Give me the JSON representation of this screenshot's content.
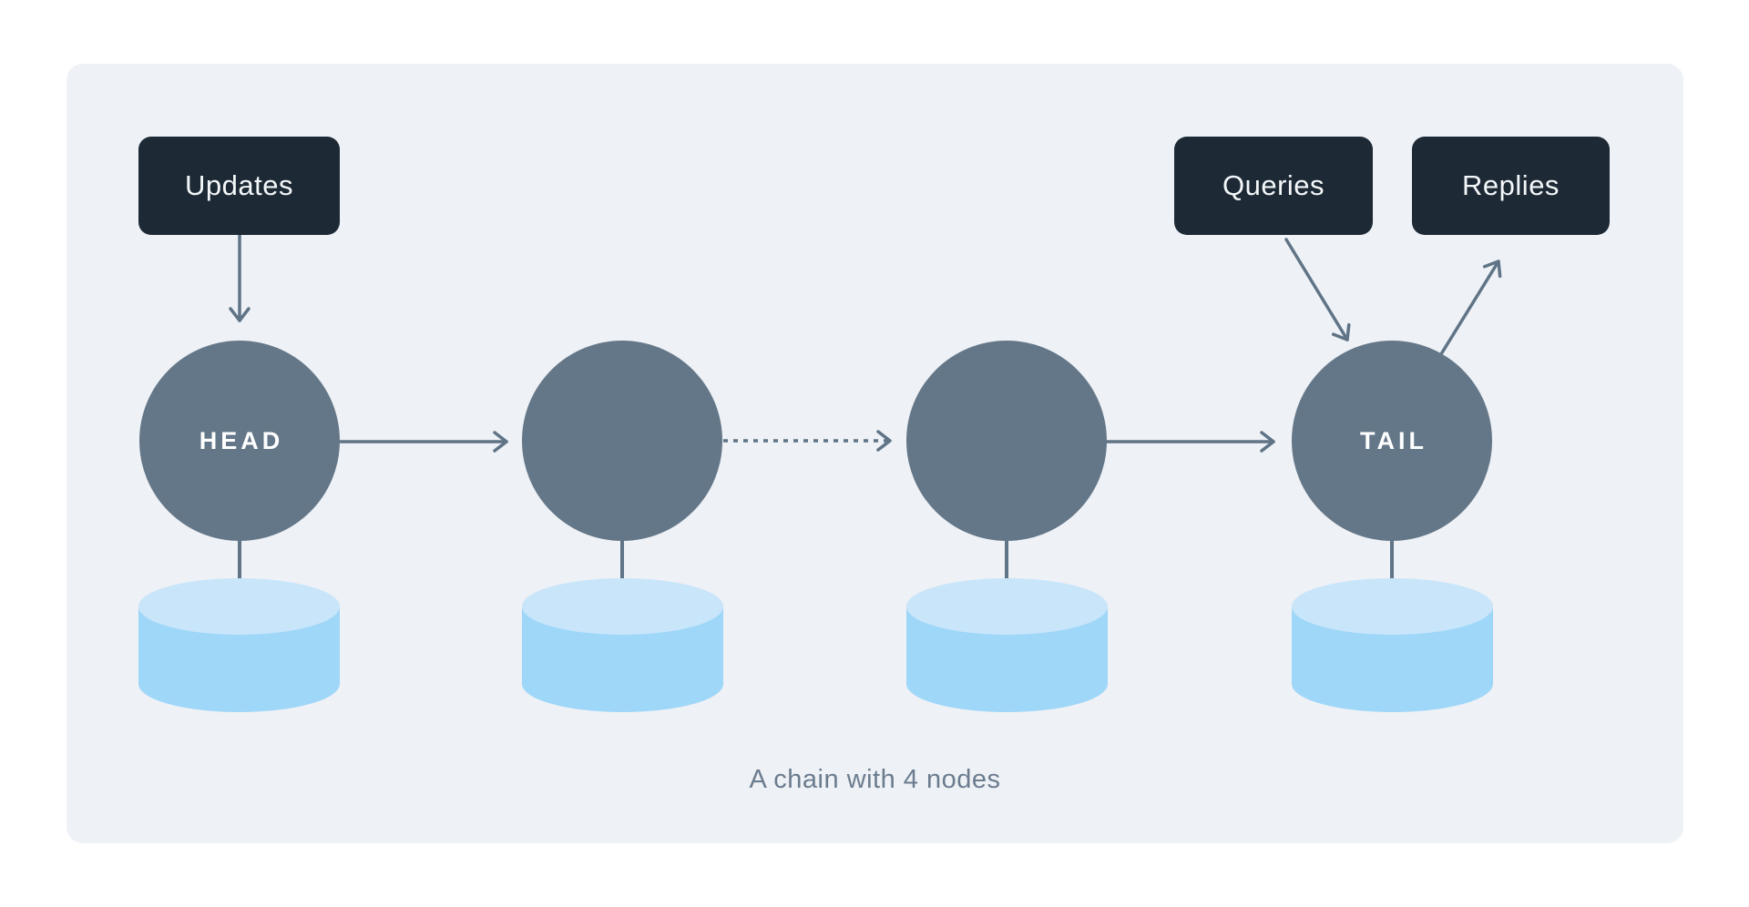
{
  "diagram": {
    "caption": "A chain with 4 nodes",
    "labels": {
      "updates": "Updates",
      "queries": "Queries",
      "replies": "Replies"
    },
    "nodes": [
      {
        "id": "head",
        "label": "HEAD",
        "has_database": true
      },
      {
        "id": "replica-1",
        "label": "",
        "has_database": true
      },
      {
        "id": "replica-2",
        "label": "",
        "has_database": true
      },
      {
        "id": "tail",
        "label": "TAIL",
        "has_database": true
      }
    ],
    "edges": [
      {
        "from": "updates-label",
        "to": "head",
        "style": "solid-arrow"
      },
      {
        "from": "head",
        "to": "replica-1",
        "style": "solid-arrow"
      },
      {
        "from": "replica-1",
        "to": "replica-2",
        "style": "dashed-arrow"
      },
      {
        "from": "replica-2",
        "to": "tail",
        "style": "solid-arrow"
      },
      {
        "from": "queries-label",
        "to": "tail",
        "style": "solid-arrow"
      },
      {
        "from": "tail",
        "to": "replies-label",
        "style": "solid-arrow"
      }
    ],
    "colors": {
      "page_background": "#ffffff",
      "panel_background": "#eef1f5",
      "label_box_background": "#1d2a36",
      "label_box_text": "#f4f7f9",
      "node_fill": "#647789",
      "node_text": "#ffffff",
      "arrow": "#5f7487",
      "cylinder_body": "#9fd7f9",
      "cylinder_top": "#c8e5fa",
      "caption_text": "#6b7c8f"
    }
  }
}
